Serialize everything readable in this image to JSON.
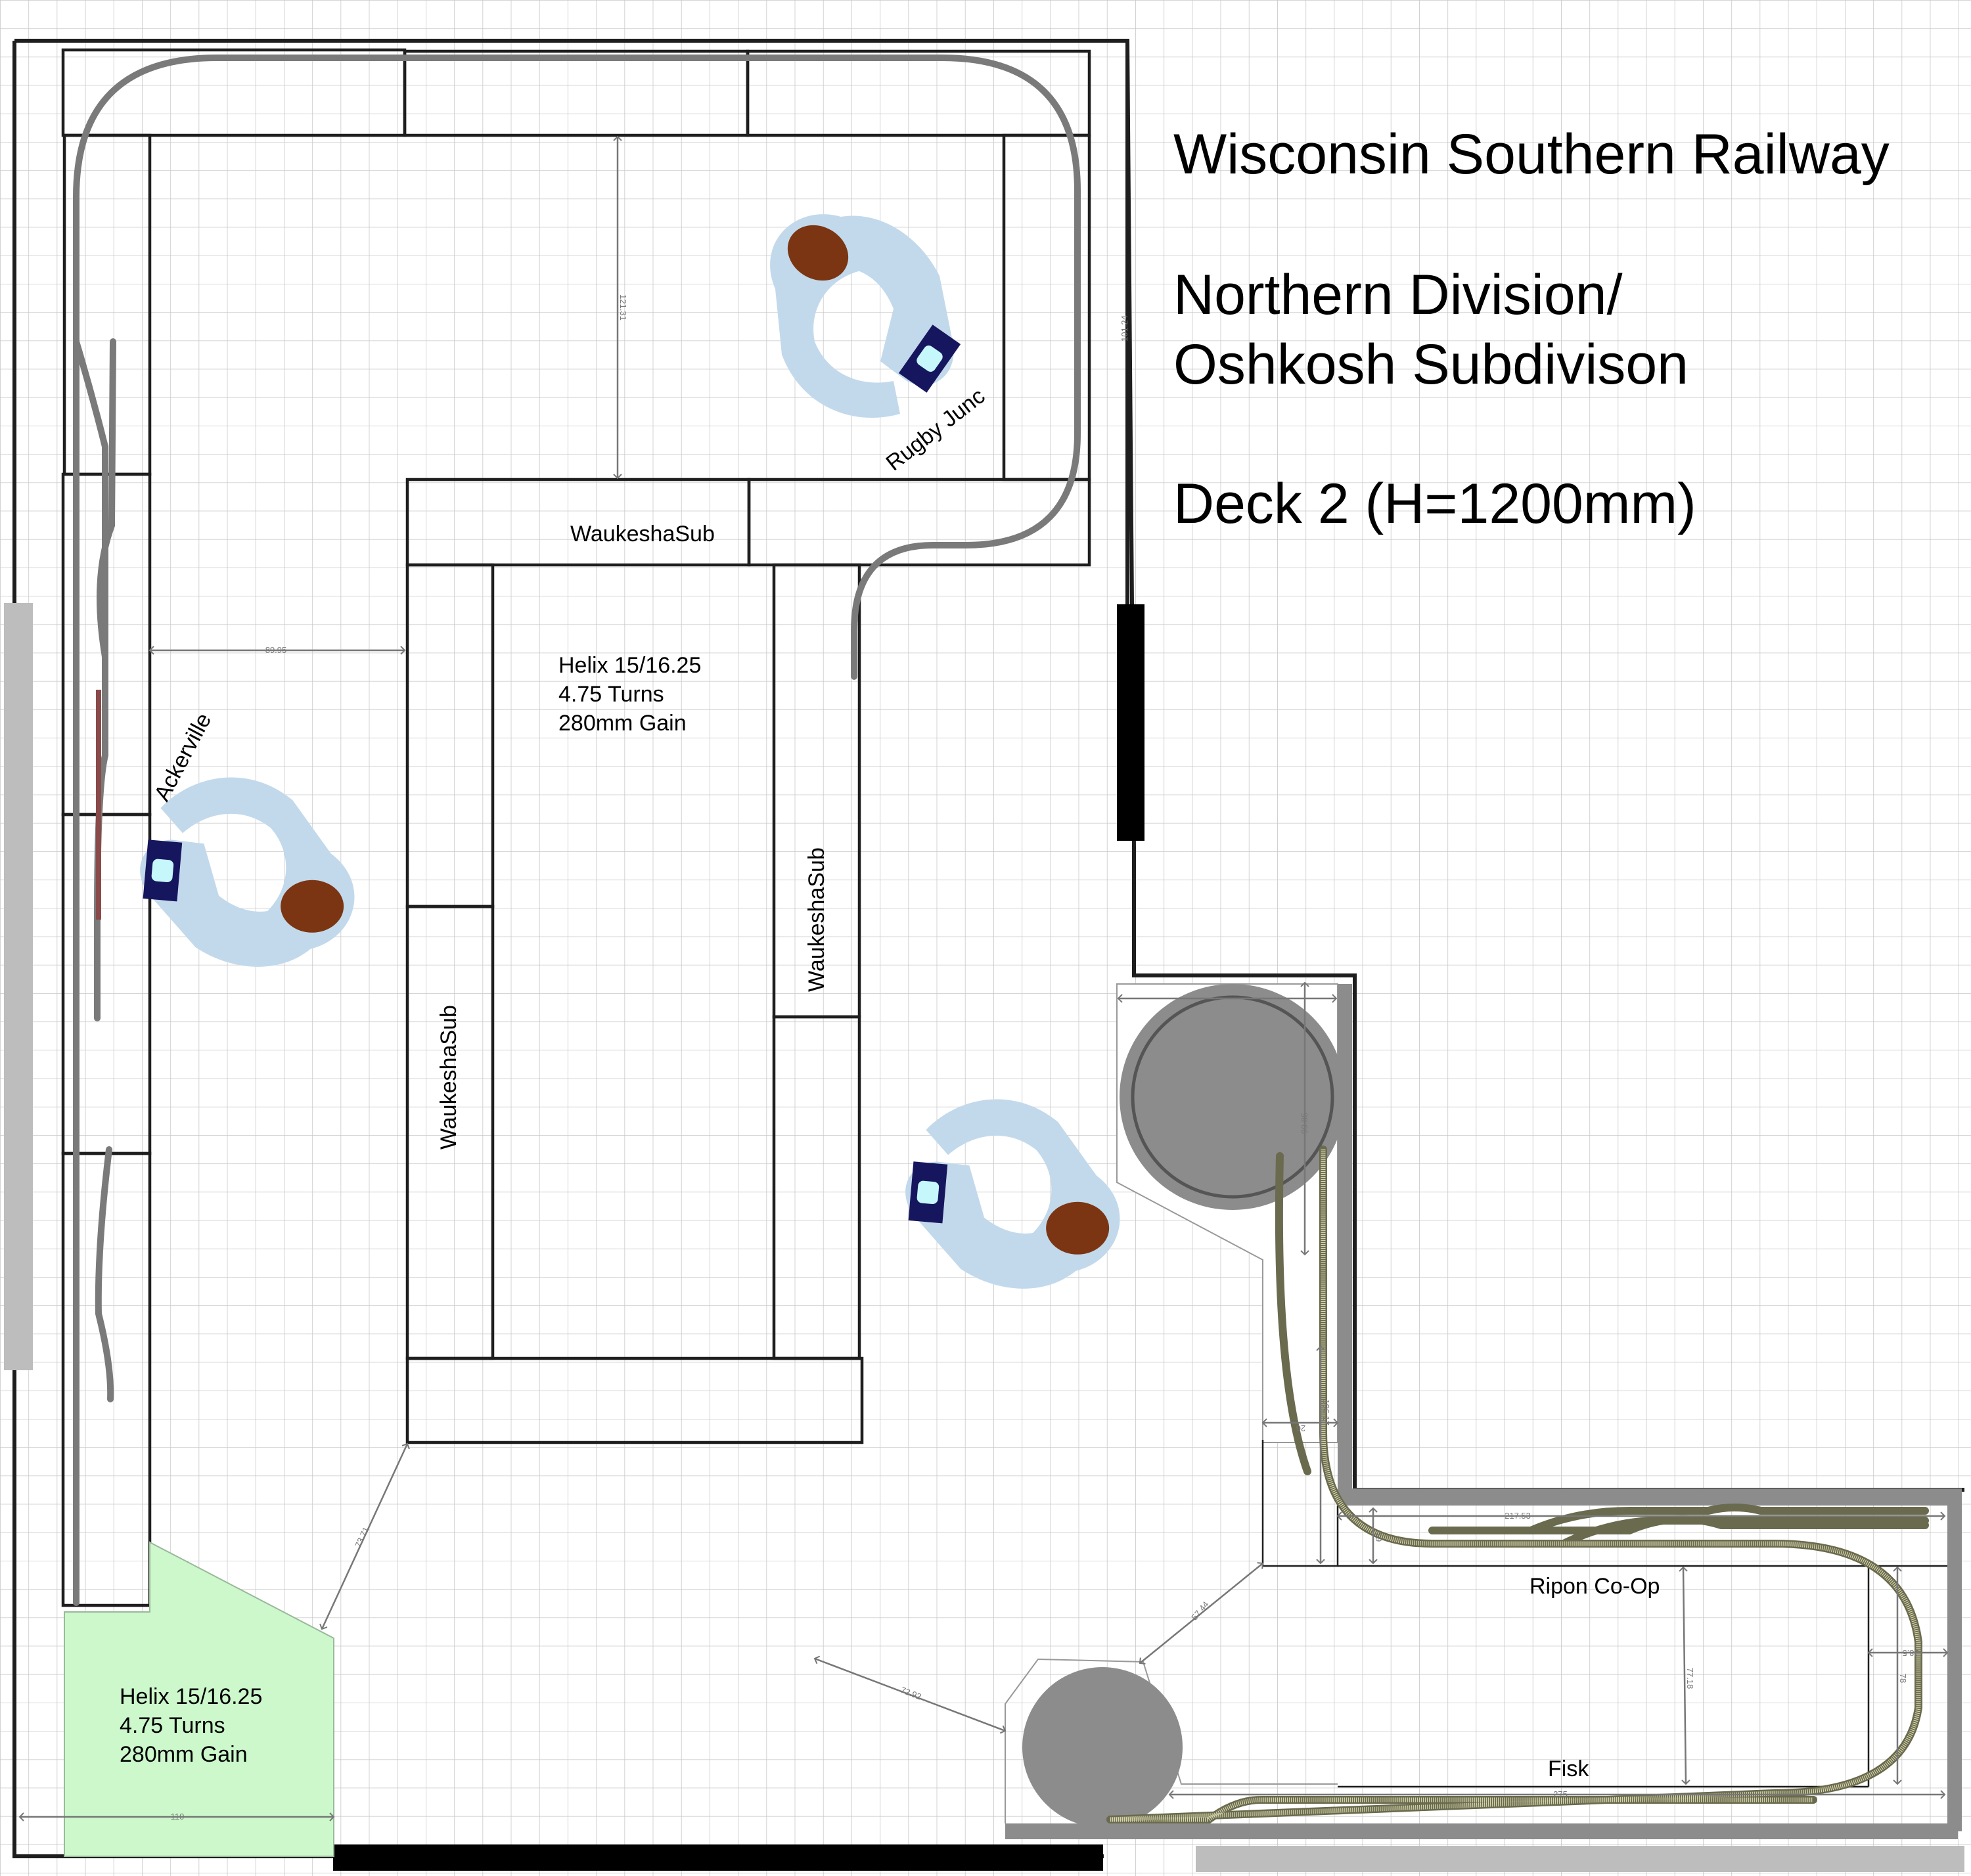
{
  "title": {
    "line1": "Wisconsin Southern Railway",
    "line2": "Northern Division/",
    "line3": "Oshkosh Subdivison",
    "line4": "Deck 2 (H=1200mm)"
  },
  "stations": {
    "rugby": "Rugby Junc",
    "ackerville": "Ackerville",
    "ripon": "Ripon Co-Op",
    "fisk": "Fisk"
  },
  "benches": {
    "waukesha_top": "WaukeshaSub",
    "waukesha_left": "WaukeshaSub",
    "waukesha_right": "WaukeshaSub"
  },
  "helix_center": {
    "line1": "Helix 15/16.25",
    "line2": "4.75 Turns",
    "line3": "280mm Gain"
  },
  "helix_corner": {
    "line1": "Helix 15/16.25",
    "line2": "4.75 Turns",
    "line3": "280mm Gain"
  },
  "dimensions": {
    "aisle_left": "89.95",
    "aisle_top": "121.31",
    "wall_right": "101.24",
    "diag_helix": "73.71",
    "diag_bottom": "72.92",
    "diag_right": "57.44",
    "helix_right_height": "99.85",
    "peninsula_width": "26",
    "peninsula_height": "106.17",
    "ripon_depth": "19",
    "ripon_length": "217.53",
    "loop_depth": "78",
    "loop_width": "28.5",
    "aisle_right": "77.18",
    "fisk_length": "275",
    "corner_width": "110"
  },
  "colors": {
    "wall": "#1e1e1e",
    "helix_area": "#ccf8cc",
    "shirt": "#c2d9ec",
    "hair": "#7b3512",
    "skin": "#f2c9a1",
    "throttle": "#16165e",
    "screen": "#c6f7fb",
    "track_olive": "#d8d8b0",
    "helix_disc": "#8c8c8c"
  }
}
